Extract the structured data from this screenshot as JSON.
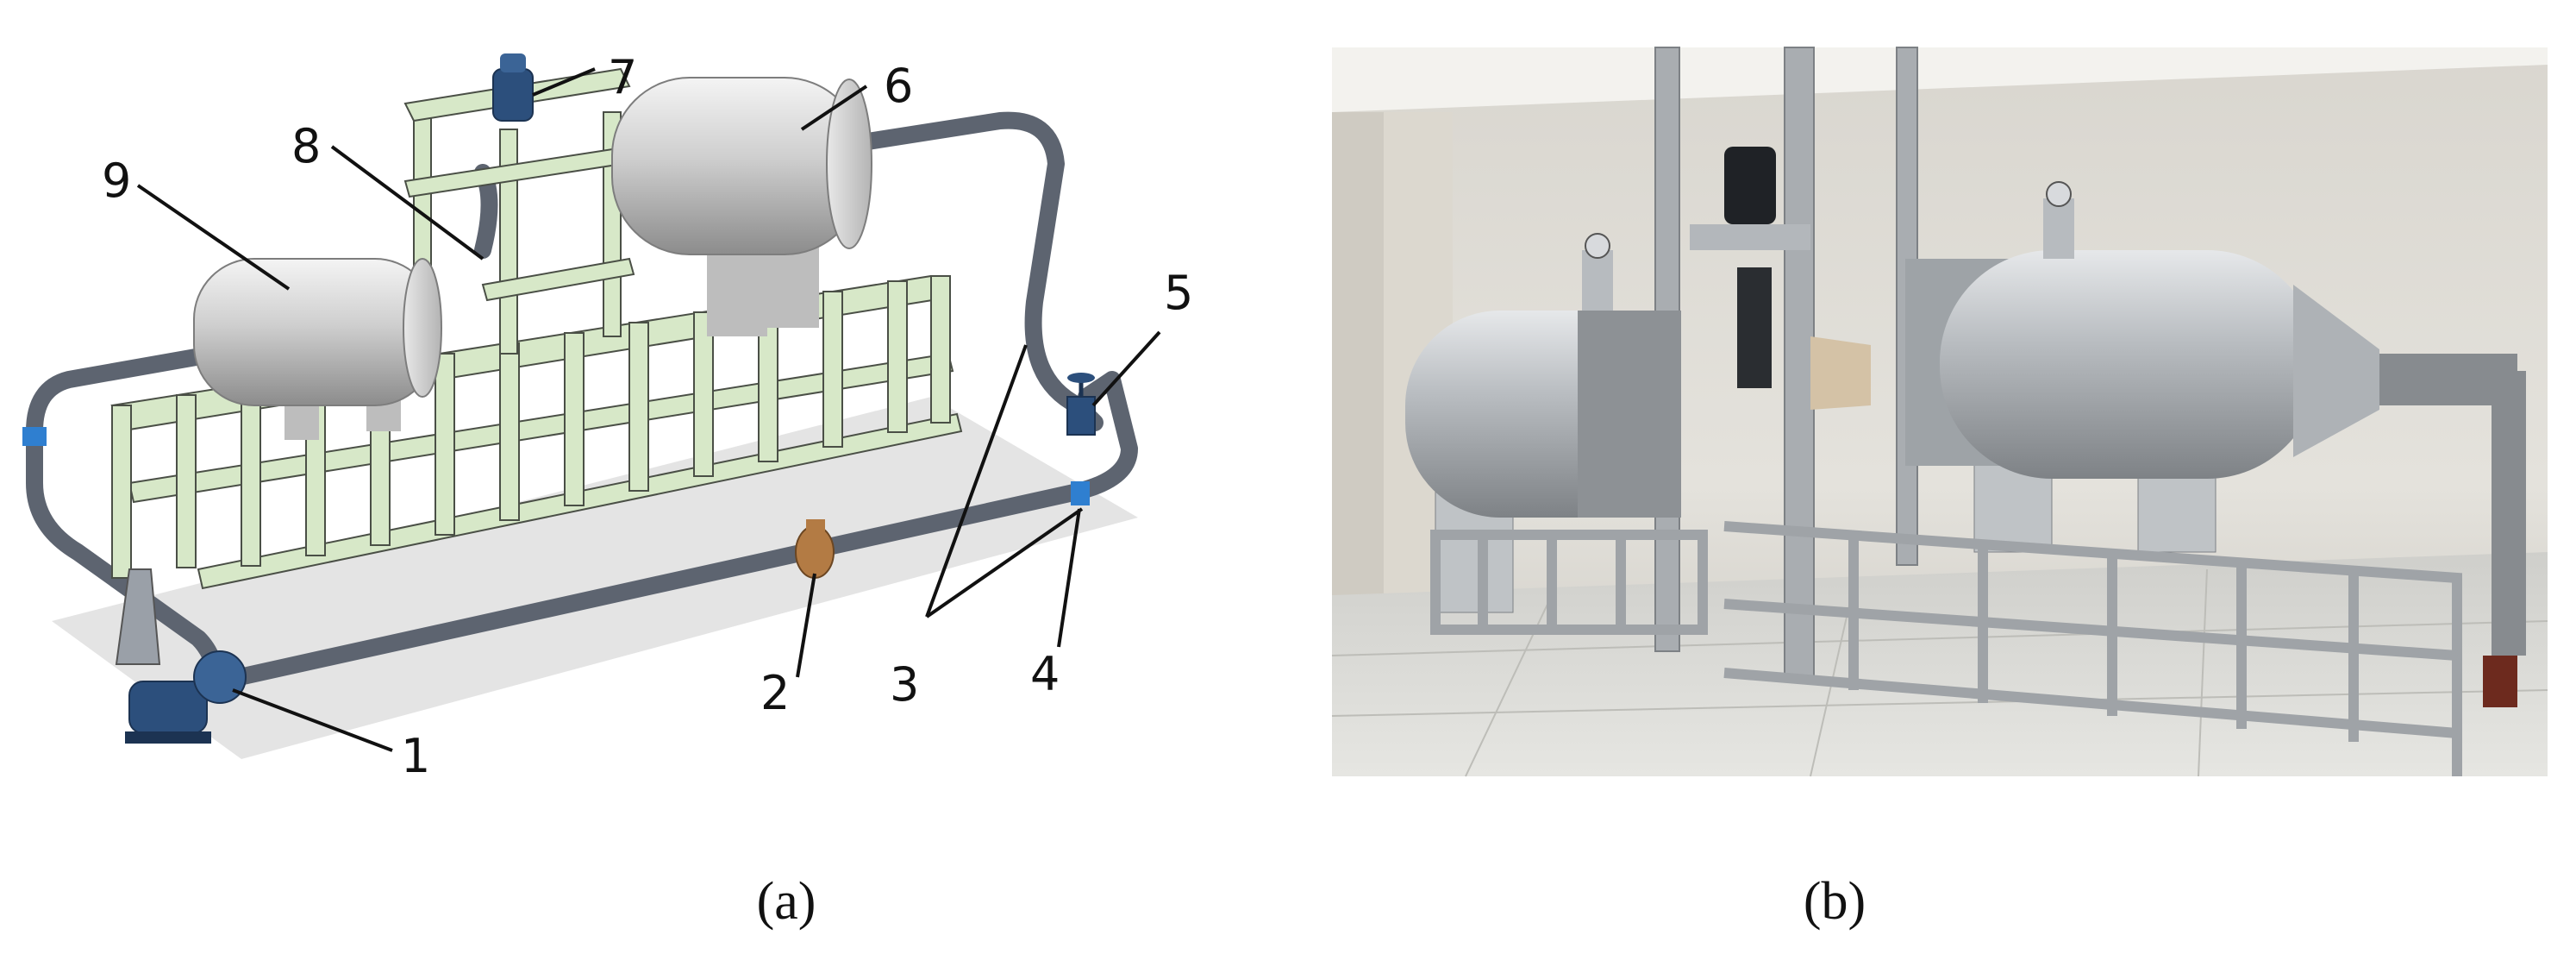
{
  "panel_a": {
    "caption": "(a)",
    "callouts": [
      {
        "id": "1",
        "label": "1"
      },
      {
        "id": "2",
        "label": "2"
      },
      {
        "id": "3",
        "label": "3"
      },
      {
        "id": "4",
        "label": "4"
      },
      {
        "id": "5",
        "label": "5"
      },
      {
        "id": "6",
        "label": "6"
      },
      {
        "id": "7",
        "label": "7"
      },
      {
        "id": "8",
        "label": "8"
      },
      {
        "id": "9",
        "label": "9"
      }
    ]
  },
  "panel_b": {
    "caption": "(b)"
  }
}
